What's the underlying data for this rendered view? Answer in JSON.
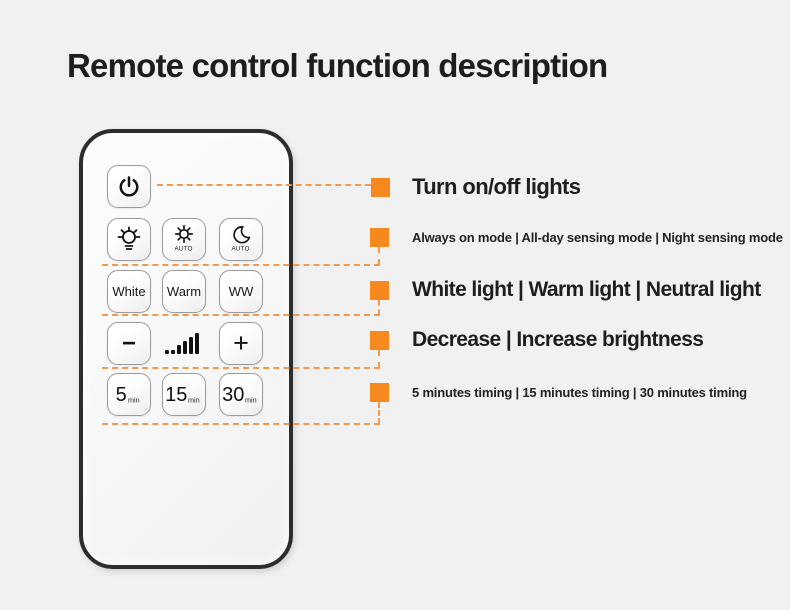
{
  "title": "Remote control function description",
  "colors": {
    "background": "#f2f1f2",
    "accent_orange": "#f5891e",
    "dash_orange": "#f19a4e",
    "text_dark": "#1e1e1e",
    "remote_border": "#2d2d2d"
  },
  "remote": {
    "auto_label": "AUTO",
    "buttons": {
      "power": {
        "icon": "power-icon"
      },
      "always_on": {
        "icon": "bulb-icon"
      },
      "all_day": {
        "icon": "sun-auto-icon"
      },
      "night": {
        "icon": "moon-auto-icon"
      },
      "white": {
        "label": "White"
      },
      "warm": {
        "label": "Warm"
      },
      "ww": {
        "label": "WW"
      },
      "decrease": {
        "label": "−"
      },
      "increase": {
        "label": "+"
      },
      "timer5": {
        "num": "5",
        "unit": "min"
      },
      "timer15": {
        "num": "15",
        "unit": "min"
      },
      "timer30": {
        "num": "30",
        "unit": "min"
      }
    },
    "brightness_indicator": "ascending-signal-bars"
  },
  "descriptions": [
    {
      "text": "Turn on/off lights",
      "size": "large"
    },
    {
      "text": "Always on mode | All-day sensing mode | Night sensing mode",
      "size": "small"
    },
    {
      "text": "White light | Warm light | Neutral light",
      "size": "large"
    },
    {
      "text": "Decrease | Increase brightness",
      "size": "large"
    },
    {
      "text": "5 minutes timing | 15 minutes timing | 30 minutes timing",
      "size": "small"
    }
  ]
}
